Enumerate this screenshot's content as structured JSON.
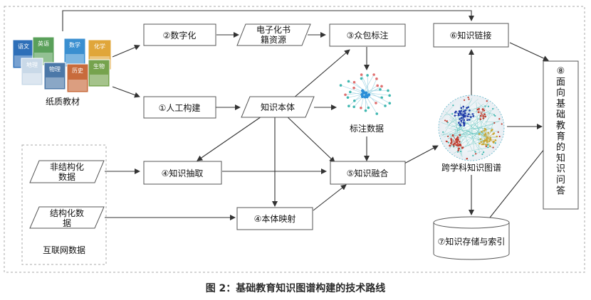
{
  "nodes": {
    "paper_textbook": {
      "label": "纸质教材"
    },
    "digitize": {
      "label": "②数字化"
    },
    "ebook": {
      "line1": "电子化书",
      "line2": "籍资源"
    },
    "crowd_annotate": {
      "label": "③众包标注"
    },
    "knowledge_link": {
      "label": "⑥知识链接"
    },
    "manual_build": {
      "label": "①人工构建"
    },
    "ontology": {
      "label": "知识本体"
    },
    "annotated_data": {
      "label": "标注数据"
    },
    "cross_graph": {
      "label": "跨学科知识图谱"
    },
    "unstructured": {
      "line1": "非结构化",
      "line2": "数据"
    },
    "extraction": {
      "label": "④知识抽取"
    },
    "fusion": {
      "label": "⑤知识融合"
    },
    "structured": {
      "line1": "结构化数",
      "line2": "据"
    },
    "mapping": {
      "label": "④本体映射"
    },
    "internet_group": {
      "label": "互联网数据"
    },
    "storage": {
      "label": "⑦知识存储与索引"
    },
    "qa": {
      "chars": [
        "⑧",
        "面",
        "向",
        "基",
        "础",
        "教",
        "育",
        "的",
        "知",
        "识",
        "问",
        "答"
      ]
    }
  },
  "book_titles": [
    "语文",
    "英语",
    "数学",
    "化学",
    "地理",
    "物理",
    "历史",
    "生物"
  ],
  "caption": "图 2：基础教育知识图谱构建的技术路线",
  "colors": {
    "stroke": "#555555",
    "arrow": "#333333",
    "box_fill": "#ffffff",
    "dashed": "#aaaaaa",
    "cluster_blue": "#1f3aa8",
    "cluster_red": "#c0392b",
    "cluster_yellow": "#c8a632",
    "cluster_teal": "#3fb7b0"
  }
}
